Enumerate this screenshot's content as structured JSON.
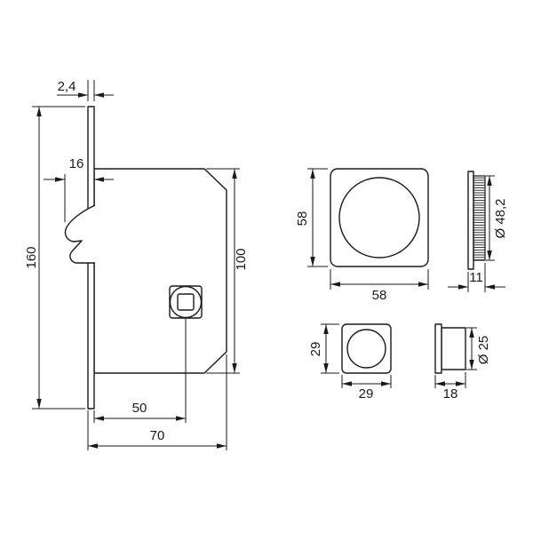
{
  "colors": {
    "line": "#1a1a1a",
    "background": "#ffffff"
  },
  "lock_view": {
    "faceplate_thickness": "2,4",
    "hook_projection": "16",
    "faceplate_height": "160",
    "case_height": "100",
    "backset": "50",
    "case_depth": "70"
  },
  "large_pull": {
    "plate_height": "58",
    "plate_width": "58",
    "knurl_diameter": "Ø 48,2",
    "thickness": "11"
  },
  "small_pull": {
    "plate_height": "29",
    "plate_width": "29",
    "cup_diameter": "Ø 25",
    "depth": "18"
  }
}
